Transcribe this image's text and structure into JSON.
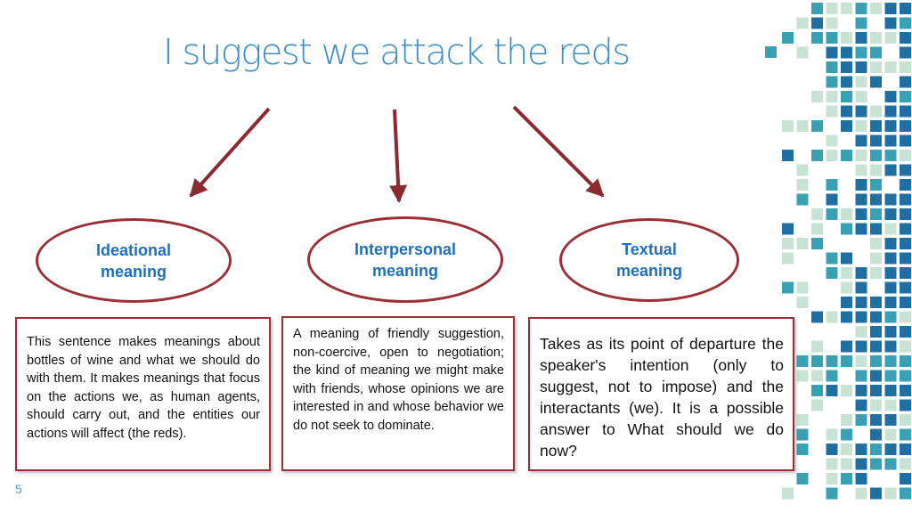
{
  "title": "I suggest we attack the reds",
  "nodes": [
    {
      "label": "Ideational\nmeaning"
    },
    {
      "label": "Interpersonal\nmeaning"
    },
    {
      "label": "Textual\nmeaning"
    }
  ],
  "boxes": [
    {
      "text": "This sentence makes meanings about bottles of wine and what we should do with them. It makes meanings that focus on the actions we, as human agents, should carry out, and the entities our actions will affect (the reds)."
    },
    {
      "text": "A meaning of friendly suggestion, non-coercive, open to negotiation; the kind of meaning we might make with friends, whose opinions we are interested in and whose behavior we do not seek to dominate."
    },
    {
      "text": "Takes as its point of departure the speaker's intention (only to suggest, not to impose) and the interactants (we). It is a possible answer to What should we do now?"
    }
  ],
  "page_number": "5",
  "colors": {
    "title": "#3e8fc7",
    "node_label": "#1f6fbf",
    "border": "#9b2f36",
    "arrow": "#8b2a30",
    "deco_dark": "#1f6fa3",
    "deco_teal": "#3aa0b3",
    "deco_light": "#c8e2d4"
  }
}
